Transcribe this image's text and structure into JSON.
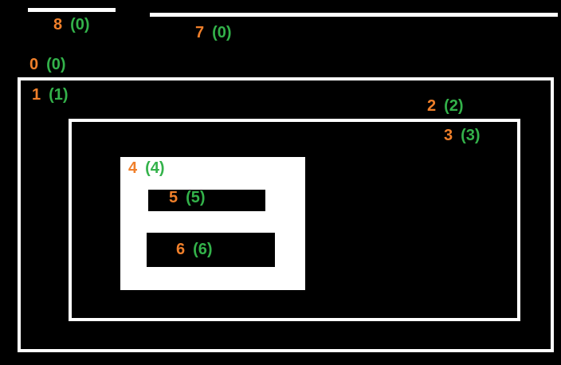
{
  "colors": {
    "background": "#000000",
    "shape": "#ffffff",
    "primary_number": "#f07f2a",
    "parent_number": "#33b24a"
  },
  "labels": {
    "node0": {
      "id": "0",
      "parent": "(0)"
    },
    "node1": {
      "id": "1",
      "parent": "(1)"
    },
    "node2": {
      "id": "2",
      "parent": "(2)"
    },
    "node3": {
      "id": "3",
      "parent": "(3)"
    },
    "node4": {
      "id": "4",
      "parent": "(4)"
    },
    "node5": {
      "id": "5",
      "parent": "(5)"
    },
    "node6": {
      "id": "6",
      "parent": "(6)"
    },
    "node7": {
      "id": "7",
      "parent": "(0)"
    },
    "node8": {
      "id": "8",
      "parent": "(0)"
    }
  }
}
